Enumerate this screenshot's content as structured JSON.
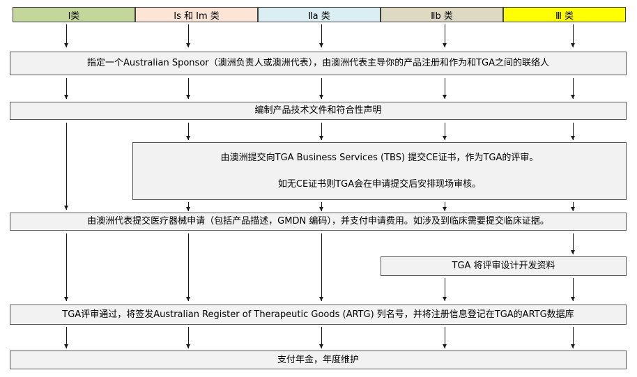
{
  "categories": [
    {
      "label": "Ⅰ类",
      "color": "#C4D79B"
    },
    {
      "label": "Is 和 Im 类",
      "color": "#FCE4D6"
    },
    {
      "label": "Ⅱa 类",
      "color": "#DAEEF3"
    },
    {
      "label": "Ⅱb 类",
      "color": "#DDD9C3"
    },
    {
      "label": "Ⅲ 类",
      "color": "#FFFF00"
    }
  ],
  "steps": {
    "sponsor": "指定一个Australian Sponsor（澳洲负责人或澳洲代表），由澳洲代表主导你的产品注册和作为和TGA之间的联络人",
    "technical_file": "编制产品技术文件和符合性声明",
    "tbs_line1": "由澳洲提交向TGA Business Services (TBS) 提交CE证书，作为TGA的评审。",
    "tbs_line2": "如无CE证书则TGA会在申请提交后安排现场审核。",
    "application": "由澳洲代表提交医疗器械申请（包括产品描述，GMDN 编码），并支付申请费用。如涉及到临床需要提交临床证据。",
    "design_review": "TGA 将评审设计开发资料",
    "artg_listing": "TGA评审通过，将签发Australian Register of Therapeutic Goods (ARTG) 列名号，并将注册信息登记在TGA的ARTG数据库",
    "annual_fee": "支付年金，年度维护"
  },
  "colors": {
    "step_box_fill": "#F2F2F2",
    "step_box_border": "#555555",
    "arrow": "#1A1A1A"
  }
}
